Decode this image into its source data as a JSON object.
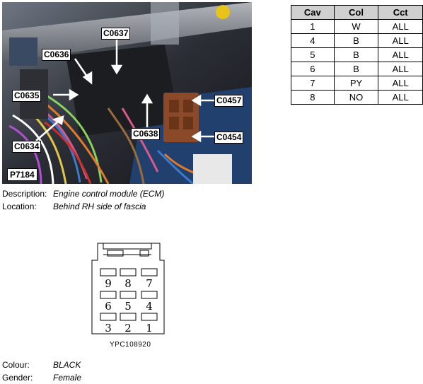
{
  "photo": {
    "label": "P7184",
    "callouts": [
      "C0637",
      "C0636",
      "C0635",
      "C0634",
      "C0638",
      "C0457",
      "C0454"
    ]
  },
  "table": {
    "headers": [
      "Cav",
      "Col",
      "Cct"
    ],
    "rows": [
      [
        "1",
        "W",
        "ALL"
      ],
      [
        "4",
        "B",
        "ALL"
      ],
      [
        "5",
        "B",
        "ALL"
      ],
      [
        "6",
        "B",
        "ALL"
      ],
      [
        "7",
        "PY",
        "ALL"
      ],
      [
        "8",
        "NO",
        "ALL"
      ]
    ]
  },
  "info": {
    "description_label": "Description:",
    "description_value": "Engine control module (ECM)",
    "location_label": "Location:",
    "location_value": "Behind RH side of fascia",
    "colour_label": "Colour:",
    "colour_value": "BLACK",
    "gender_label": "Gender:",
    "gender_value": "Female"
  },
  "connector": {
    "cavity_numbers": [
      "9",
      "8",
      "7",
      "6",
      "5",
      "4",
      "3",
      "2",
      "1"
    ],
    "part_number": "YPC108920"
  }
}
